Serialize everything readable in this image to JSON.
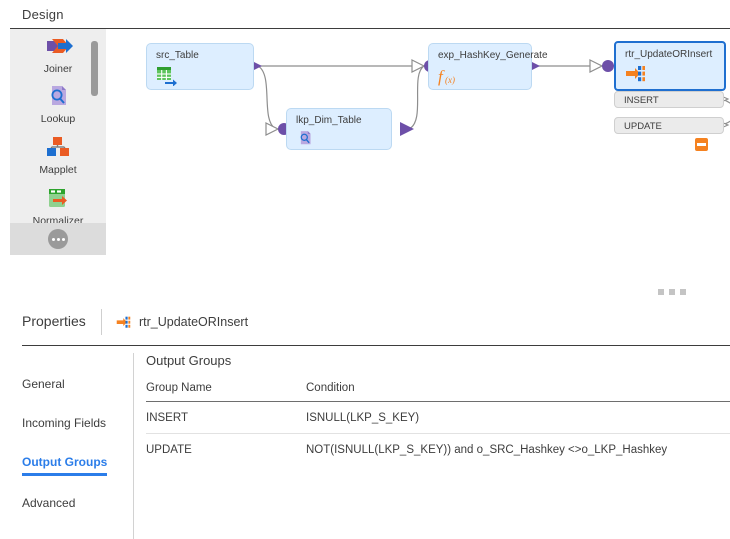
{
  "design": {
    "title": "Design",
    "palette": {
      "items": [
        {
          "label": "Joiner",
          "icon": "joiner-icon"
        },
        {
          "label": "Lookup",
          "icon": "lookup-icon"
        },
        {
          "label": "Mapplet",
          "icon": "mapplet-icon"
        },
        {
          "label": "Normalizer",
          "icon": "normalizer-icon"
        }
      ],
      "more_label": "more-options"
    },
    "canvas": {
      "nodes": [
        {
          "id": "src_Table",
          "label": "src_Table",
          "icon": "source-table-icon",
          "selected": false
        },
        {
          "id": "lkp_Dim_Table",
          "label": "lkp_Dim_Table",
          "icon": "lookup-icon",
          "selected": false
        },
        {
          "id": "exp_HashKey_Generate",
          "label": "exp_HashKey_Generate",
          "icon": "expression-fx-icon",
          "selected": false
        },
        {
          "id": "rtr_UpdateORInsert",
          "label": "rtr_UpdateORInsert",
          "icon": "router-icon",
          "selected": true
        }
      ],
      "output_groups": [
        "INSERT",
        "UPDATE"
      ]
    }
  },
  "properties": {
    "title": "Properties",
    "object_name": "rtr_UpdateORInsert",
    "object_icon": "router-icon",
    "tabs": [
      {
        "label": "General",
        "active": false
      },
      {
        "label": "Incoming Fields",
        "active": false
      },
      {
        "label": "Output Groups",
        "active": true
      },
      {
        "label": "Advanced",
        "active": false
      }
    ],
    "pane": {
      "title": "Output Groups",
      "columns": [
        "Group Name",
        "Condition"
      ],
      "rows": [
        {
          "group_name": "INSERT",
          "condition": "ISNULL(LKP_S_KEY)"
        },
        {
          "group_name": "UPDATE",
          "condition": "NOT(ISNULL(LKP_S_KEY)) and o_SRC_Hashkey <>o_LKP_Hashkey"
        }
      ]
    }
  },
  "colors": {
    "accent": "#2b7de9",
    "node_fill": "#ddeeff",
    "selected_border": "#1f6fd0",
    "connector": "#8e8e8e",
    "port": "#6d4fa8",
    "orange": "#f58220",
    "link_text": "#3b7ddd"
  }
}
